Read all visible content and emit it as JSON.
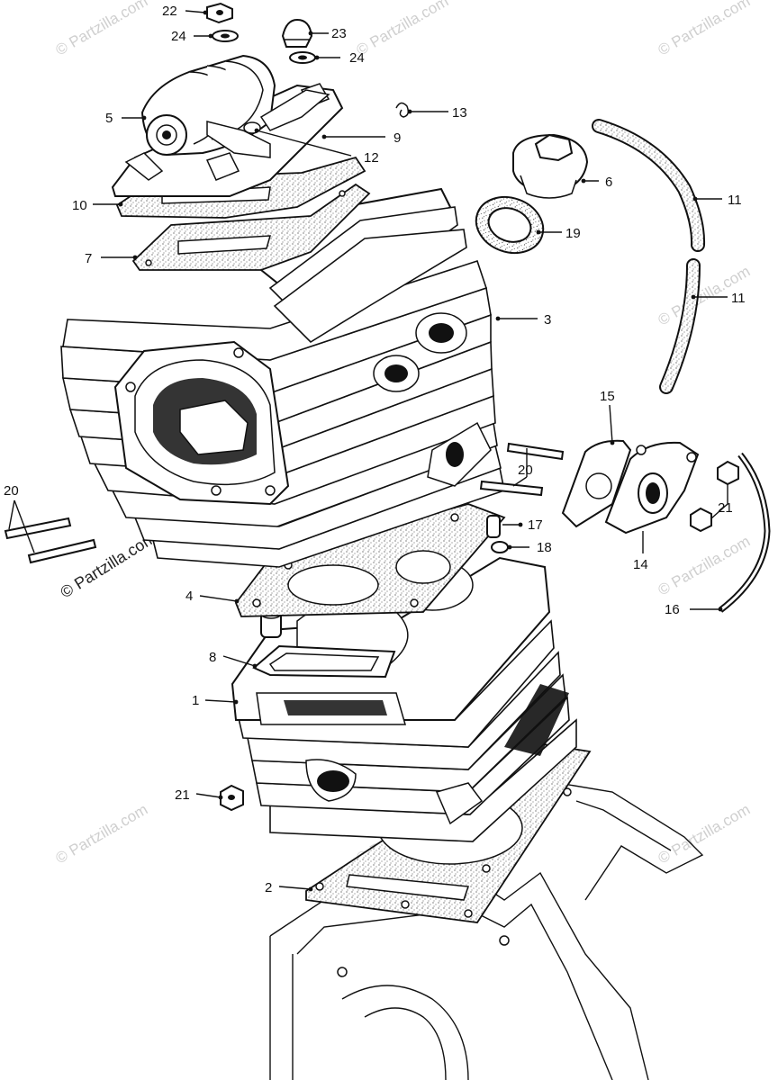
{
  "watermarks": [
    "© Partzilla.com"
  ],
  "callouts": [
    {
      "id": "c22",
      "num": "22"
    },
    {
      "id": "c24a",
      "num": "24"
    },
    {
      "id": "c23",
      "num": "23"
    },
    {
      "id": "c24b",
      "num": "24"
    },
    {
      "id": "c5",
      "num": "5"
    },
    {
      "id": "c13",
      "num": "13"
    },
    {
      "id": "c9",
      "num": "9"
    },
    {
      "id": "c12",
      "num": "12"
    },
    {
      "id": "c6",
      "num": "6"
    },
    {
      "id": "c11a",
      "num": "11"
    },
    {
      "id": "c10",
      "num": "10"
    },
    {
      "id": "c19",
      "num": "19"
    },
    {
      "id": "c7",
      "num": "7"
    },
    {
      "id": "c11b",
      "num": "11"
    },
    {
      "id": "c3",
      "num": "3"
    },
    {
      "id": "c15",
      "num": "15"
    },
    {
      "id": "c20a",
      "num": "20"
    },
    {
      "id": "c20b",
      "num": "20"
    },
    {
      "id": "c21a",
      "num": "21"
    },
    {
      "id": "c17",
      "num": "17"
    },
    {
      "id": "c18",
      "num": "18"
    },
    {
      "id": "c14",
      "num": "14"
    },
    {
      "id": "c4",
      "num": "4"
    },
    {
      "id": "c16",
      "num": "16"
    },
    {
      "id": "c8",
      "num": "8"
    },
    {
      "id": "c1",
      "num": "1"
    },
    {
      "id": "c21b",
      "num": "21"
    },
    {
      "id": "c2",
      "num": "2"
    }
  ]
}
